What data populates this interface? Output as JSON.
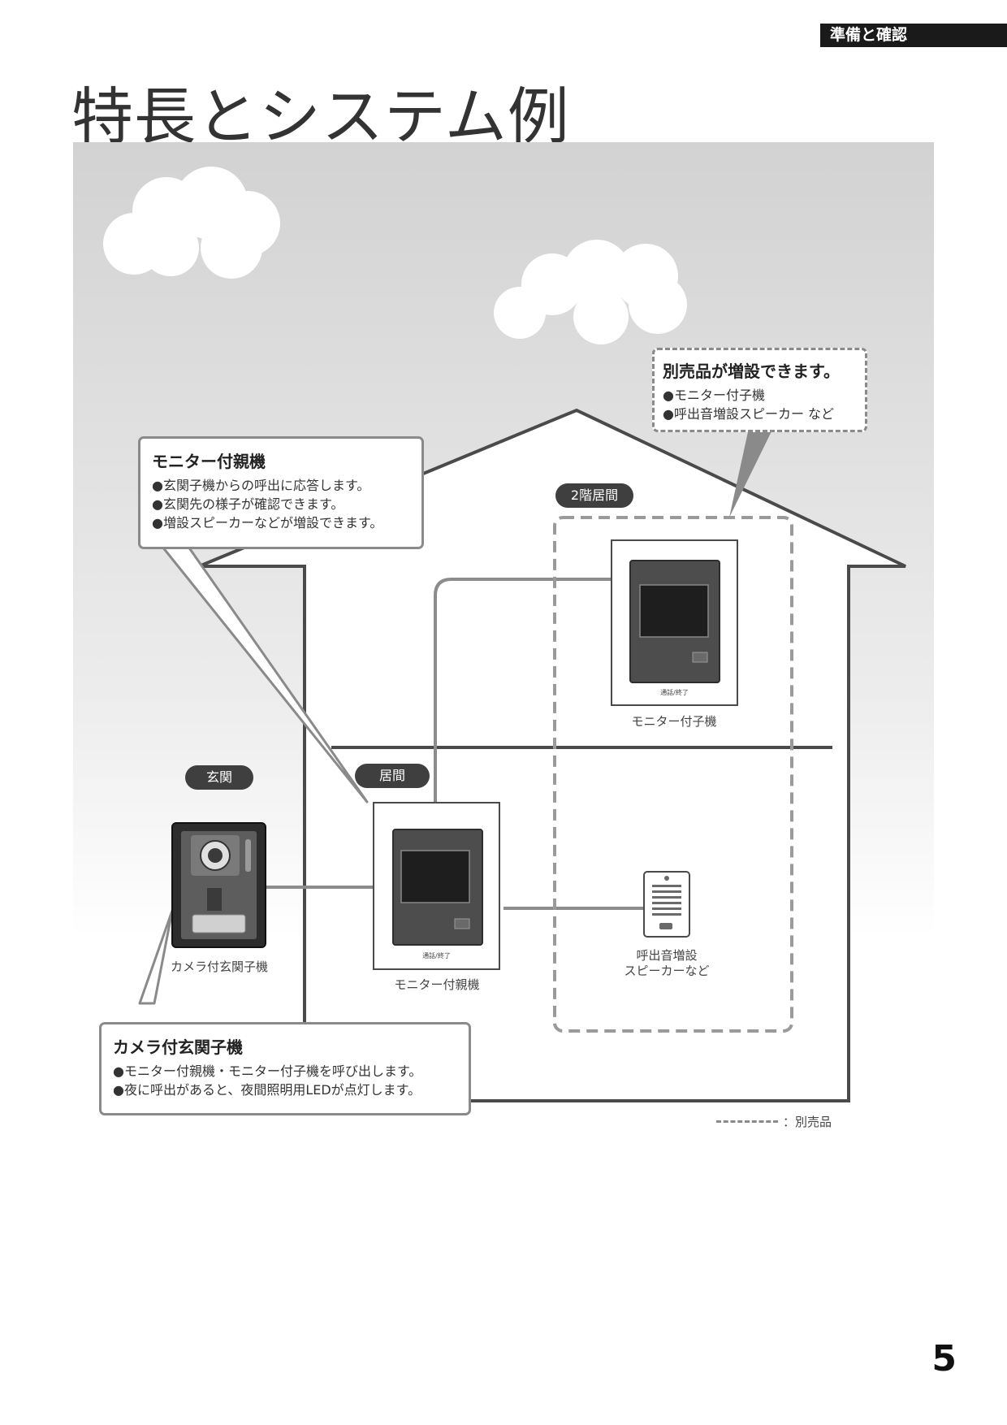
{
  "header": {
    "section_tab": "準備と確認"
  },
  "page": {
    "title": "特長とシステム例",
    "number": "5"
  },
  "rooms": {
    "upstairs": "2階居間",
    "living": "居間",
    "entrance": "玄関"
  },
  "callouts": {
    "main_monitor": {
      "title": "モニター付親機",
      "lines": [
        "●玄関子機からの呼出に応答します。",
        "●玄関先の様子が確認できます。",
        "●増設スピーカーなどが増設できます。"
      ]
    },
    "options": {
      "title": "別売品が増設できます。",
      "lines": [
        "●モニター付子機",
        "●呼出音増設スピーカー など"
      ]
    },
    "door_station": {
      "title": "カメラ付玄関子機",
      "lines": [
        "●モニター付親機・モニター付子機を呼び出します。",
        "●夜に呼出があると、夜間照明用LEDが点灯します。"
      ]
    }
  },
  "devices": {
    "sub_monitor": {
      "label": "モニター付子機",
      "button_caption": "通話/終了"
    },
    "main_monitor": {
      "label": "モニター付親機",
      "button_caption": "通話/終了"
    },
    "door_station": {
      "label": "カメラ付玄関子機"
    },
    "speaker": {
      "label_line1": "呼出音増設",
      "label_line2": "スピーカーなど"
    }
  },
  "legend": {
    "text": "：別売品"
  },
  "colors": {
    "tab_bg": "#1a1a1a",
    "callout_border": "#8a8a8a",
    "pill_bg": "#3f3f3f",
    "sky_top": "#d4d4d4"
  }
}
